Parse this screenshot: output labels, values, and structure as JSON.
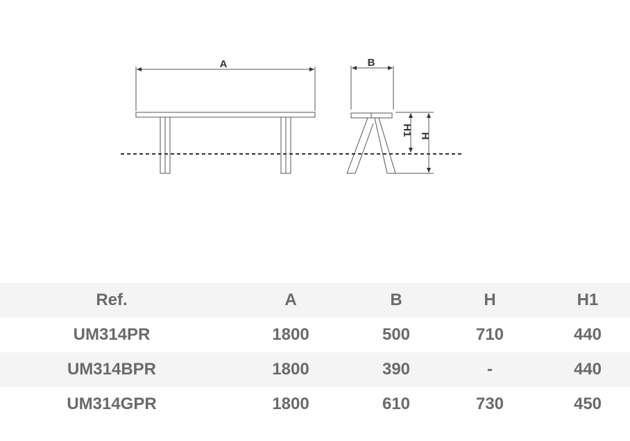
{
  "diagram": {
    "label_a": "A",
    "label_b": "B",
    "label_h": "H",
    "label_h1": "H1"
  },
  "table": {
    "headers": [
      "Ref.",
      "A",
      "B",
      "H",
      "H1"
    ],
    "rows": [
      [
        "UM314PR",
        "1800",
        "500",
        "710",
        "440"
      ],
      [
        "UM314BPR",
        "1800",
        "390",
        "-",
        "440"
      ],
      [
        "UM314GPR",
        "1800",
        "610",
        "730",
        "450"
      ]
    ]
  }
}
